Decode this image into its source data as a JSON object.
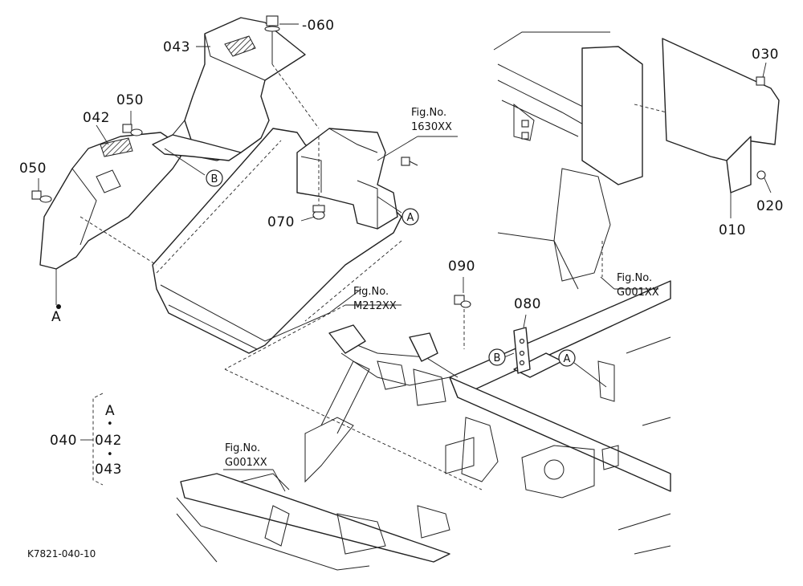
{
  "labels": {
    "p060": "060",
    "p043": "043",
    "p050a": "050",
    "p042": "042",
    "p050b": "050",
    "p070": "070",
    "p090": "090",
    "p080": "080",
    "p030": "030",
    "p020": "020",
    "p010": "010",
    "pointA_left": "A",
    "circB_top": "B",
    "circA_mid": "A",
    "circB_right": "B",
    "circA_right": "A"
  },
  "fig_refs": {
    "f1630_label": "Fig.No.",
    "f1630_code": "1630XX",
    "m212_label": "Fig.No.",
    "m212_code": "M212XX",
    "g001_right_label": "Fig.No.",
    "g001_right_code": "G001XX",
    "g001_left_label": "Fig.No.",
    "g001_left_code": "G001XX"
  },
  "assembly": {
    "parent": "040",
    "top": "A",
    "item1": "042",
    "item2": "043",
    "dot": "•"
  },
  "footer": {
    "drawing_code": "K7821-040-10"
  }
}
